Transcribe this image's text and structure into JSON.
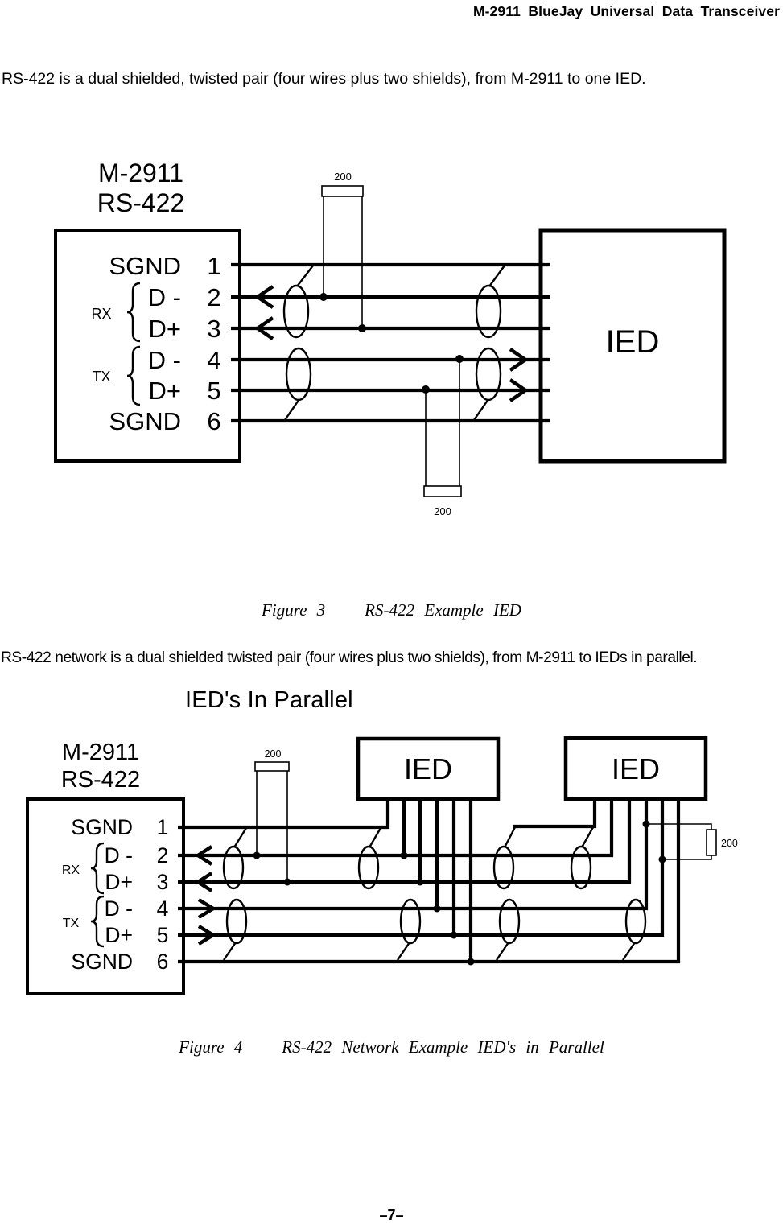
{
  "page": {
    "header_title": "M-2911 BlueJay Universal Data Transceiver",
    "intro_paragraph": "RS-422 is a dual shielded, twisted pair (four wires plus two shields), from M-2911 to one IED.",
    "network_paragraph": "RS-422 network is a dual shielded twisted pair (four wires plus two shields), from M-2911 to IEDs in parallel.",
    "page_number": "–7–"
  },
  "colors": {
    "ink": "#000000",
    "paper": "#ffffff"
  },
  "figure3": {
    "caption": "Figure 3    RS-422 Example IED",
    "device": {
      "title_line1": "M-2911",
      "title_line2": "RS-422",
      "rx_label": "RX",
      "tx_label": "TX",
      "pins": [
        {
          "label": "SGND",
          "number": "1"
        },
        {
          "label": "D -",
          "number": "2"
        },
        {
          "label": "D+",
          "number": "3"
        },
        {
          "label": "D -",
          "number": "4"
        },
        {
          "label": "D+",
          "number": "5"
        },
        {
          "label": "SGND",
          "number": "6"
        }
      ]
    },
    "ied_label": "IED",
    "top_resistor": "200",
    "bottom_resistor": "200"
  },
  "figure4": {
    "heading": "IED's In Parallel",
    "caption": "Figure 4    RS-422 Network Example IED's in Parallel",
    "device": {
      "title_line1": "M-2911",
      "title_line2": "RS-422",
      "rx_label": "RX",
      "tx_label": "TX",
      "pins": [
        {
          "label": "SGND",
          "number": "1"
        },
        {
          "label": "D -",
          "number": "2"
        },
        {
          "label": "D+",
          "number": "3"
        },
        {
          "label": "D -",
          "number": "4"
        },
        {
          "label": "D+",
          "number": "5"
        },
        {
          "label": "SGND",
          "number": "6"
        }
      ]
    },
    "ied1_label": "IED",
    "ied2_label": "IED",
    "left_resistor": "200",
    "right_resistor": "200"
  }
}
